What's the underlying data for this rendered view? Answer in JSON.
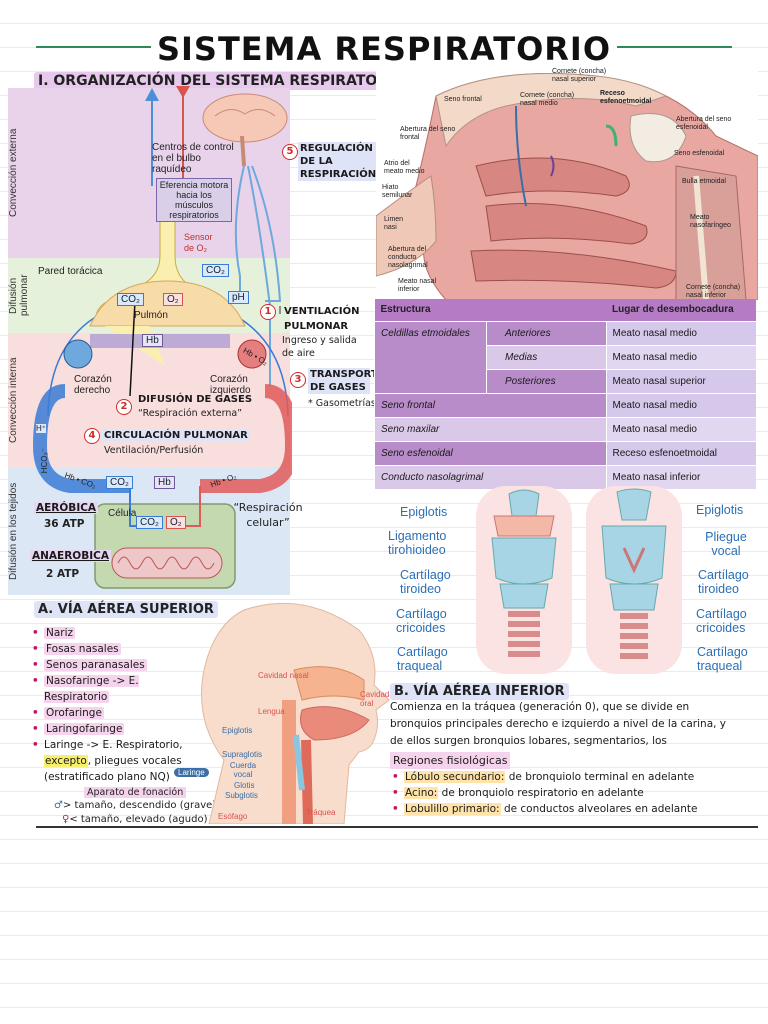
{
  "title": "SISTEMA RESPIRATORIO",
  "section1": {
    "heading": "I. ORGANIZACIÓN DEL SISTEMA RESPIRATORIO",
    "bands": [
      "Convección externa",
      "Difusión pulmonar",
      "Convección interna",
      "Difusión en los tejidos"
    ],
    "labels": {
      "centros": "Centros de control en el bulbo raquídeo",
      "eferencia": "Eferencia motora hacia los músculos respiratorios",
      "sensor": "Sensor de O₂",
      "pared": "Pared torácica",
      "pulmon": "Pulmón",
      "corazon_der": "Corazón derecho",
      "corazon_izq": "Corazón izquierdo",
      "celula": "Célula",
      "co2": "CO₂",
      "o2": "O₂",
      "ph": "pH",
      "hb": "Hb",
      "hbo2": "Hb • O₂",
      "hbco2": "Hb • CO₂",
      "h": "H⁺",
      "hco3": "HCO₃⁻"
    },
    "annotations": [
      {
        "n": "1",
        "head": "VENTILACIÓN PULMONAR",
        "sub": "Ingreso y salida de aire"
      },
      {
        "n": "2",
        "head": "DIFUSIÓN DE GASES",
        "sub": "“Respiración externa”"
      },
      {
        "n": "3",
        "head": "TRANSPORTE DE GASES",
        "sub": "* Gasometrías"
      },
      {
        "n": "4",
        "head": "CIRCULACIÓN PULMONAR",
        "sub": "Ventilación/Perfusión"
      },
      {
        "n": "5",
        "head": "REGULACIÓN DE LA RESPIRACIÓN",
        "sub": ""
      }
    ],
    "aerobica": "AERÓBICA",
    "aerobica_atp": "36 ATP",
    "anaerobica": "ANAEROBICA",
    "anaerobica_atp": "2 ATP",
    "resp_celular": "“Respiración celular”"
  },
  "nasal_labels": {
    "cornete_medio": "Cornete (concha) nasal medio",
    "cornete_sup": "Cornete (concha) nasal superior",
    "receso": "Receso esfenoetmoidal",
    "seno_frontal": "Seno frontal",
    "abertura_frontal": "Abertura del seno frontal",
    "abertura_esf": "Abertura del seno esfenoidal",
    "seno_esf": "Seno esfenoidal",
    "atrio": "Atrio del meato medio",
    "bulla": "Bulla etmoidal",
    "hiato": "Hiato semilunar",
    "limen": "Limen nasi",
    "meato_naso": "Meato nasofaríngeo",
    "abertura_conducto": "Abertura del conducto nasolagrimal",
    "meato_inf": "Meato nasal inferior",
    "cornete_inf": "Cornete (concha) nasal inferior"
  },
  "table": {
    "headers": [
      "Estructura",
      "Lugar de desembocadura"
    ],
    "rows": [
      {
        "estructura": "Celdillas etmoidales",
        "sub": "Anteriores",
        "lugar": "Meato nasal medio"
      },
      {
        "estructura": "",
        "sub": "Medias",
        "lugar": "Meato nasal medio"
      },
      {
        "estructura": "",
        "sub": "Posteriores",
        "lugar": "Meato nasal superior"
      },
      {
        "estructura": "Seno frontal",
        "sub": "",
        "lugar": "Meato nasal medio"
      },
      {
        "estructura": "Seno maxilar",
        "sub": "",
        "lugar": "Meato nasal medio"
      },
      {
        "estructura": "Seno esfenoidal",
        "sub": "",
        "lugar": "Receso esfenoetmoidal"
      },
      {
        "estructura": "Conducto nasolagrimal",
        "sub": "",
        "lugar": "Meato nasal inferior"
      }
    ]
  },
  "larynx": {
    "left": [
      "Epiglotis",
      "Ligamento tirohioideo",
      "Cartílago tiroideo",
      "Cartílago cricoides",
      "Cartílago traqueal"
    ],
    "right": [
      "Epiglotis",
      "Pliegue vocal",
      "Cartílago tiroideo",
      "Cartílago cricoides",
      "Cartílago traqueal"
    ]
  },
  "sectionA": {
    "heading": "A. VÍA AÉREA SUPERIOR",
    "items": [
      "Nariz",
      "Fosas nasales",
      "Senos paranasales",
      "Nasofaringe -> E. Respiratorio",
      "Orofaringe",
      "Laringofaringe",
      "Laringe -> E. Respiratorio,",
      "excepto",
      ", pliegues vocales (estratificado plano NQ)"
    ],
    "aparato": "Aparato de fonación",
    "male": "> tamaño, descendido (grave)",
    "female": "< tamaño, elevado (agudo)"
  },
  "head_labels": {
    "cavidad_nasal": "Cavidad nasal",
    "cavidad_oral": "Cavidad oral",
    "lengua": "Lengua",
    "epiglotis": "Epiglotis",
    "supraglotis": "Supraglotis",
    "cuerda": "Cuerda vocal",
    "glotis": "Glotis",
    "subglotis": "Subglotis",
    "laringe": "Laringe",
    "esofago": "Esófago",
    "traquea": "Tráquea"
  },
  "sectionB": {
    "heading": "B. VÍA AÉREA INFERIOR",
    "text": "Comienza en la tráquea (generación 0), que se divide en bronquios principales derecho e izquierdo a nivel de la carina, y de ellos surgen bronquios lobares, segmentarios, los bronquiolos, etc",
    "sub_heading": "Regiones fisiológicas",
    "items": [
      {
        "term": "Lóbulo secundario:",
        "rest": " de bronquiolo terminal en adelante"
      },
      {
        "term": "Acino:",
        "rest": " de bronquiolo respiratorio en adelante"
      },
      {
        "term": "Lobulillo primario:",
        "rest": " de conductos alveolares en adelante"
      }
    ]
  }
}
